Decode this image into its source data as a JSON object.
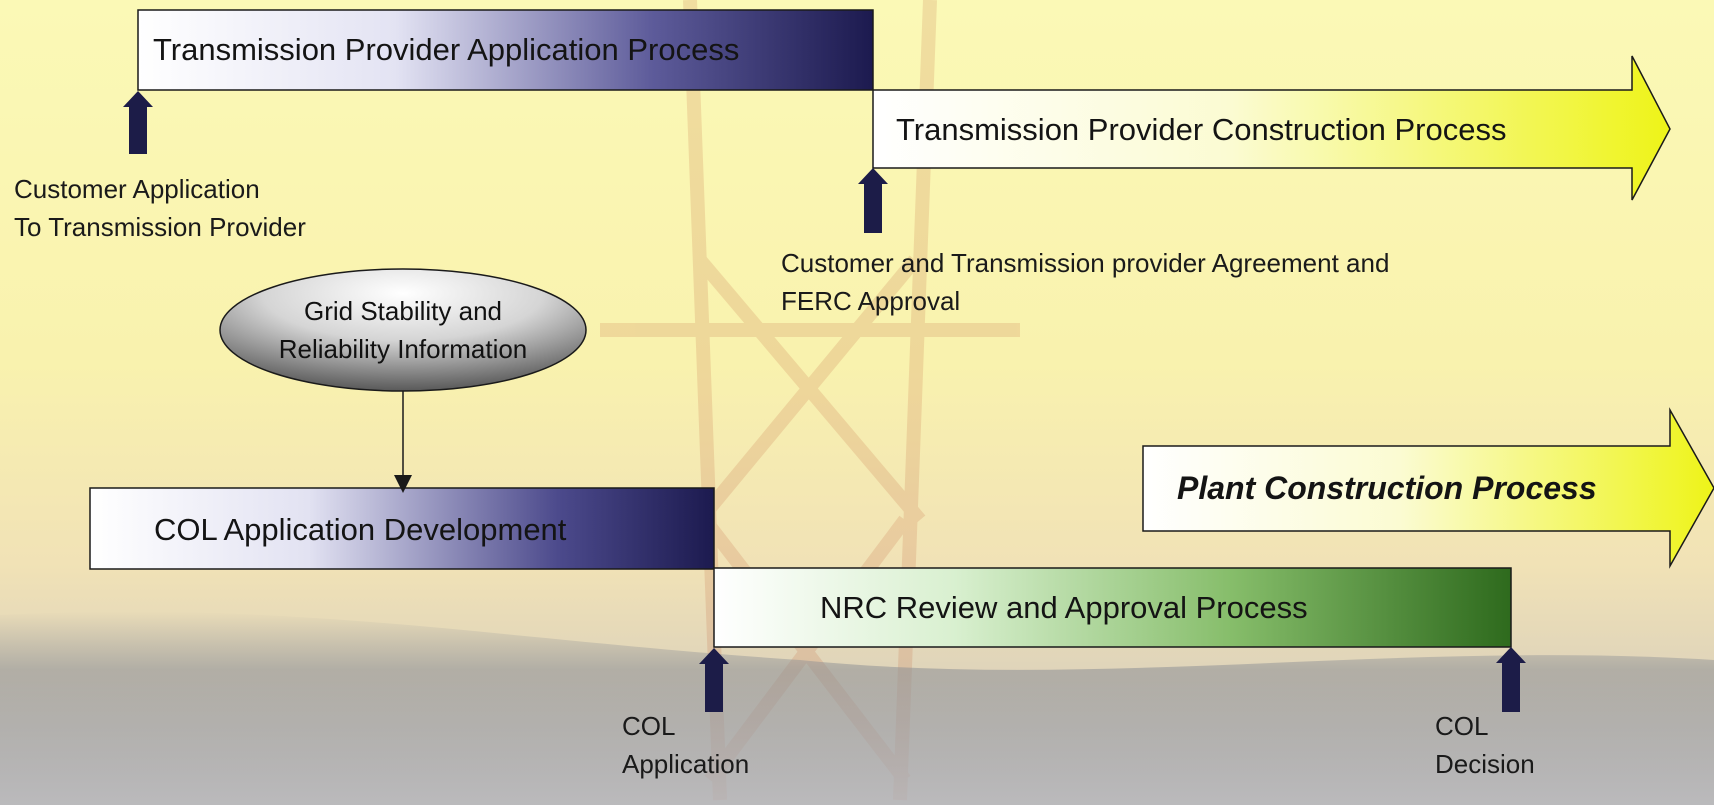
{
  "processes": {
    "tp_application": "Transmission Provider Application Process",
    "tp_construction": "Transmission Provider Construction Process",
    "col_development": "COL Application Development",
    "nrc_review": "NRC Review and Approval Process",
    "plant_construction": "Plant Construction Process"
  },
  "ellipse": {
    "line1": "Grid Stability and",
    "line2": "Reliability Information"
  },
  "milestones": {
    "customer_application": {
      "line1": "Customer Application",
      "line2": "To Transmission Provider"
    },
    "ferc_approval": {
      "line1": "Customer and Transmission provider Agreement and",
      "line2": "FERC Approval"
    },
    "col_application": {
      "line1": "COL",
      "line2": "Application"
    },
    "col_decision": {
      "line1": "COL",
      "line2": "Decision"
    }
  },
  "colors": {
    "navy": "#1e1b52",
    "green": "#2f6a1e",
    "yellow": "#f4f51e",
    "milestone_arrow": "#1c1c48"
  }
}
